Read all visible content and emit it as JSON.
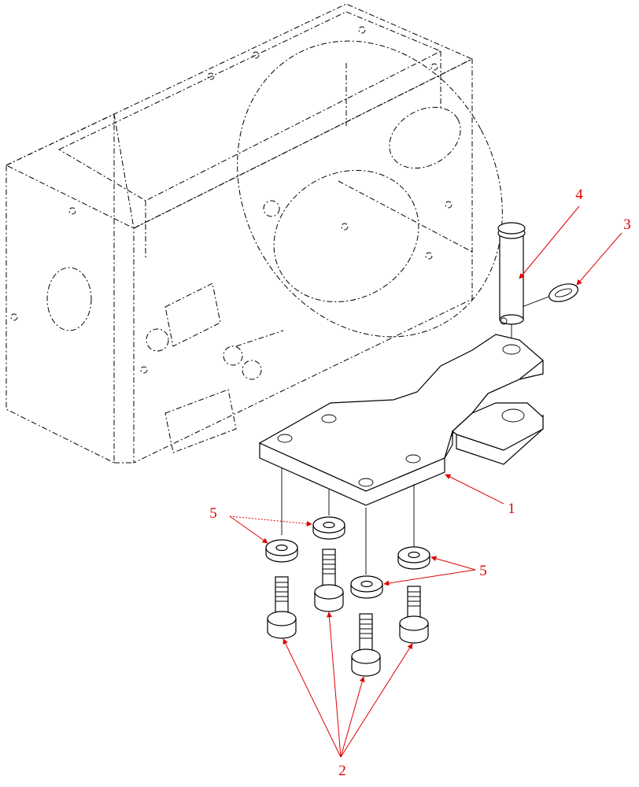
{
  "diagram": {
    "callouts": {
      "plate": "1",
      "bolts": "2",
      "lynch_pin": "3",
      "pin": "4",
      "washers_left": "5",
      "washers_right": "5"
    },
    "colors": {
      "callout": "#e00000",
      "line": "#000000",
      "background": "#ffffff"
    }
  }
}
